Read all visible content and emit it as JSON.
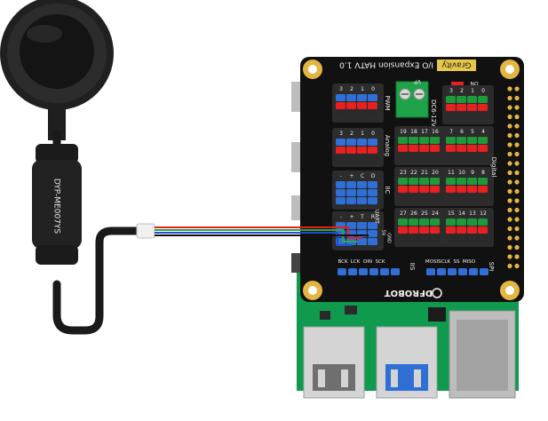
{
  "sensor": {
    "cable_label": "DYP-ME007YS"
  },
  "hat": {
    "brand_highlight": "Gravity",
    "title_rest": "I/O Expansion HATV 1.0",
    "power_input": "DC6-12V",
    "vp_label": "VP",
    "on_label": "ON",
    "pwm_label": "PWM",
    "analog_label": "Analog",
    "i2c_label": "IIC",
    "uart_label": "UART",
    "uart_voltage": "5V",
    "uart_gnd": "GND",
    "digital_label": "Digital",
    "spi_label": "SPI",
    "iis_label": "IIS",
    "logo": "DFROBOT",
    "pwm_numbers": [
      "3",
      "2",
      "1",
      "0"
    ],
    "analog_numbers": [
      "3",
      "2",
      "1",
      "0"
    ],
    "i2c_pins": [
      "-",
      "+",
      "C",
      "D"
    ],
    "uart_pins": [
      "-",
      "+",
      "T",
      "R"
    ],
    "digital_left_top": [
      "19",
      "18",
      "17",
      "16"
    ],
    "digital_left_mid": [
      "23",
      "22",
      "21",
      "20"
    ],
    "digital_left_bottom": [
      "27",
      "26",
      "25",
      "24"
    ],
    "digital_right_top": [
      "7",
      "6",
      "5",
      "4"
    ],
    "digital_right_mid": [
      "11",
      "10",
      "9",
      "8"
    ],
    "digital_right_bottom": [
      "15",
      "14",
      "13",
      "12"
    ],
    "digital_right_first": [
      "3",
      "2",
      "1",
      "0"
    ],
    "iis_pins": [
      "BCK",
      "LCK",
      "DIN",
      "SCK"
    ],
    "spi_pins": [
      "MOSI",
      "SCLK",
      "SS",
      "MISO"
    ]
  },
  "colors": {
    "hat_board": "#111111",
    "pi_board": "#0f9a4e",
    "pin_red": "#e8201f",
    "pin_blue": "#2f6fd6",
    "pin_green": "#1f9a3a",
    "wire_red": "#e2231a",
    "wire_green": "#2aa84a",
    "wire_blue": "#1d4fd1",
    "wire_black": "#111111"
  }
}
